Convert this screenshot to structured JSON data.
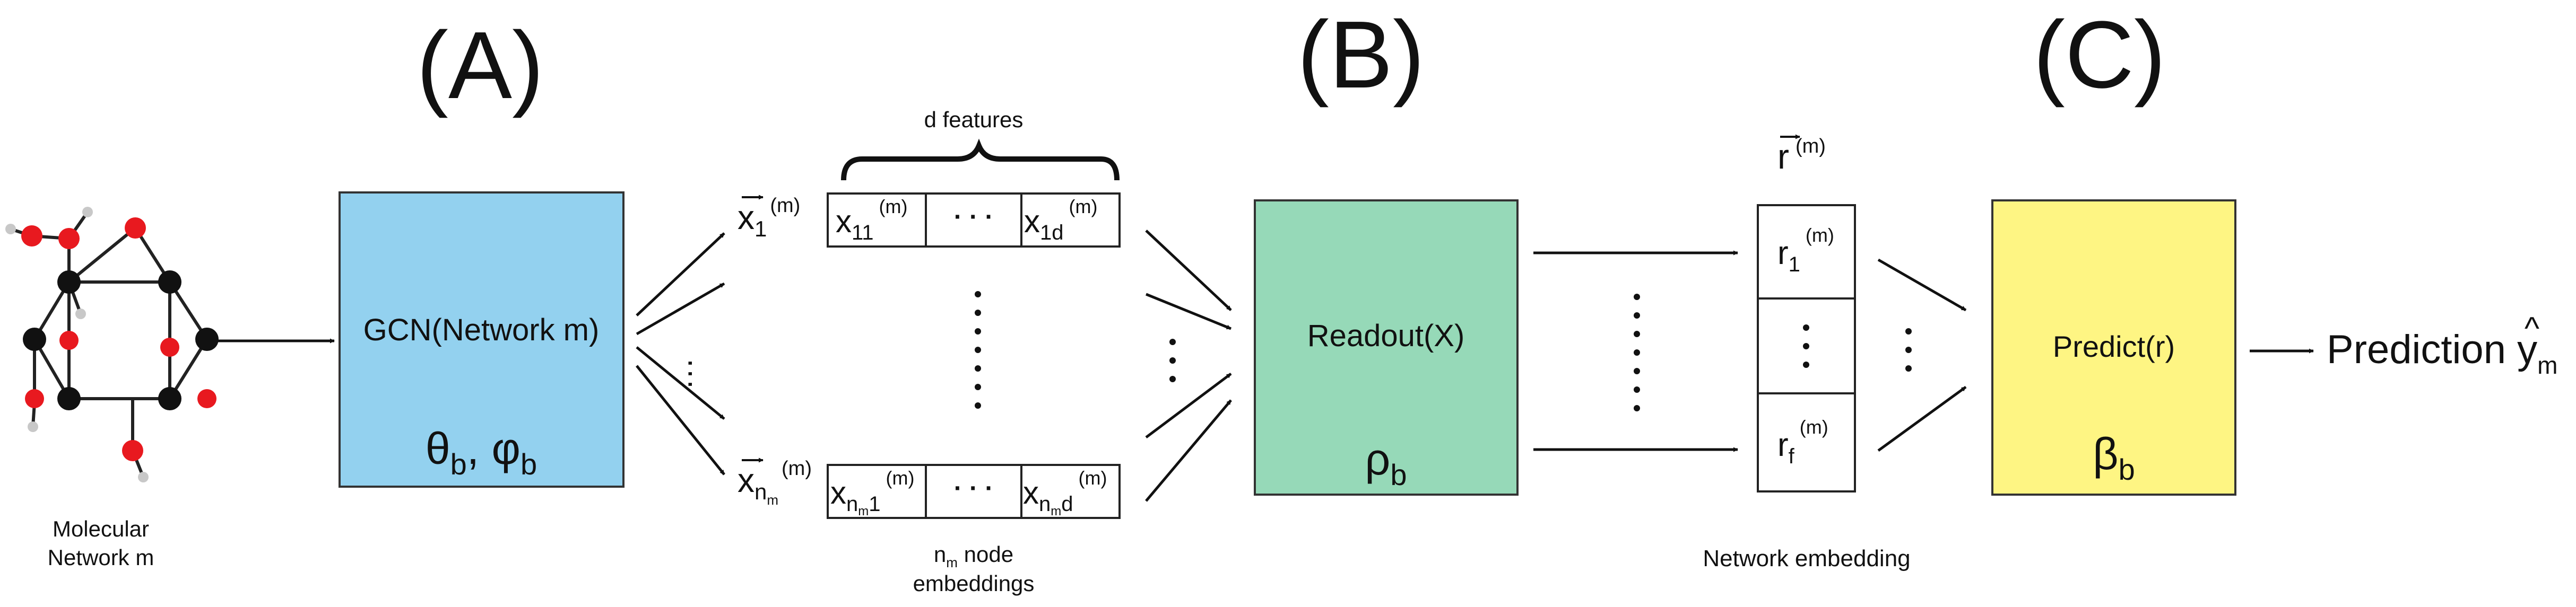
{
  "sections": {
    "a": "(A)",
    "b": "(B)",
    "c": "(C)"
  },
  "molecule": {
    "label_line1": "Molecular",
    "label_line2": "Network m"
  },
  "gcn": {
    "label": "GCN(Network m)",
    "params": "θb, φb",
    "params_main": "θ",
    "params_sub1": "b",
    "params_sep": ", φ",
    "params_sub2": "b",
    "color": "#93d1ef"
  },
  "node_vectors": {
    "x1_main": "x",
    "x1_sub": "1",
    "x1_sup": "(m)",
    "xn_main": "x",
    "xn_sub": "n",
    "xn_subsub": "m",
    "xn_sup": "(m)",
    "cell_11_main": "x",
    "cell_11_sub": "11",
    "cell_11_sup": "(m)",
    "cell_1d_main": "x",
    "cell_1d_sub": "1d",
    "cell_1d_sup": "(m)",
    "cell_n1_main": "x",
    "cell_n1_sub": "n",
    "cell_n1_subsub": "m",
    "cell_n1_sub2": "1",
    "cell_n1_sup": "(m)",
    "cell_nd_main": "x",
    "cell_nd_sub": "n",
    "cell_nd_subsub": "m",
    "cell_nd_sub2": "d",
    "cell_nd_sup": "(m)",
    "dots_h": "· · ·",
    "features_label": "d features",
    "embeddings_line1_main": "n",
    "embeddings_line1_sub": "m",
    "embeddings_line1_rest": " node",
    "embeddings_line2": "embeddings"
  },
  "readout": {
    "label": "Readout(X)",
    "param_main": "ρ",
    "param_sub": "b",
    "color": "#96d9b8"
  },
  "network_embedding": {
    "r_main": "r",
    "r_sup": "(m)",
    "r1_main": "r",
    "r1_sub": "1",
    "r1_sup": "(m)",
    "rf_main": "r",
    "rf_sub": "f",
    "rf_sup": "(m)",
    "label": "Network embedding"
  },
  "predict": {
    "label": "Predict(r)",
    "param_main": "β",
    "param_sub": "b",
    "color": "#fef583"
  },
  "prediction": {
    "label": "Prediction ",
    "y_main": "y",
    "y_hat": "^",
    "y_sub": "m"
  },
  "colors": {
    "atom_red": "#e8191f",
    "atom_black": "#111111",
    "atom_grey": "#c8c8c8"
  }
}
